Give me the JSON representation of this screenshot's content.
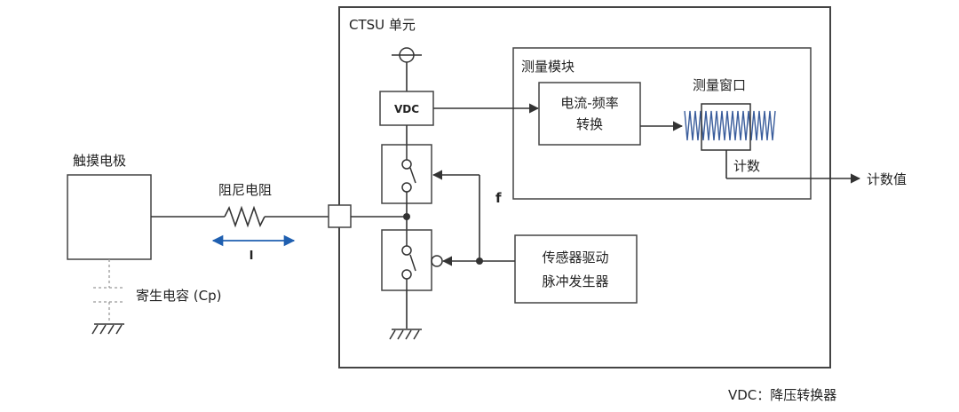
{
  "labels": {
    "ctsu_unit": "CTSU 单元",
    "measure_module": "测量模块",
    "vdc": "VDC",
    "cf_converter_line1": "电流-频率",
    "cf_converter_line2": "转换",
    "measure_window": "测量窗口",
    "count": "计数",
    "count_value": "计数值",
    "touch_electrode": "触摸电极",
    "damping_resistor": "阻尼电阻",
    "current_symbol": "I",
    "frequency_symbol": "f",
    "parasitic_capacitance": "寄生电容 (Cp)",
    "sensor_driver_line1": "传感器驱动",
    "sensor_driver_line2": "脉冲发生器",
    "vdc_footnote": "VDC：降压转换器"
  },
  "colors": {
    "line": "#333333",
    "current_arrow": "#1f5fb0",
    "waveform": "#3a5d9c"
  }
}
